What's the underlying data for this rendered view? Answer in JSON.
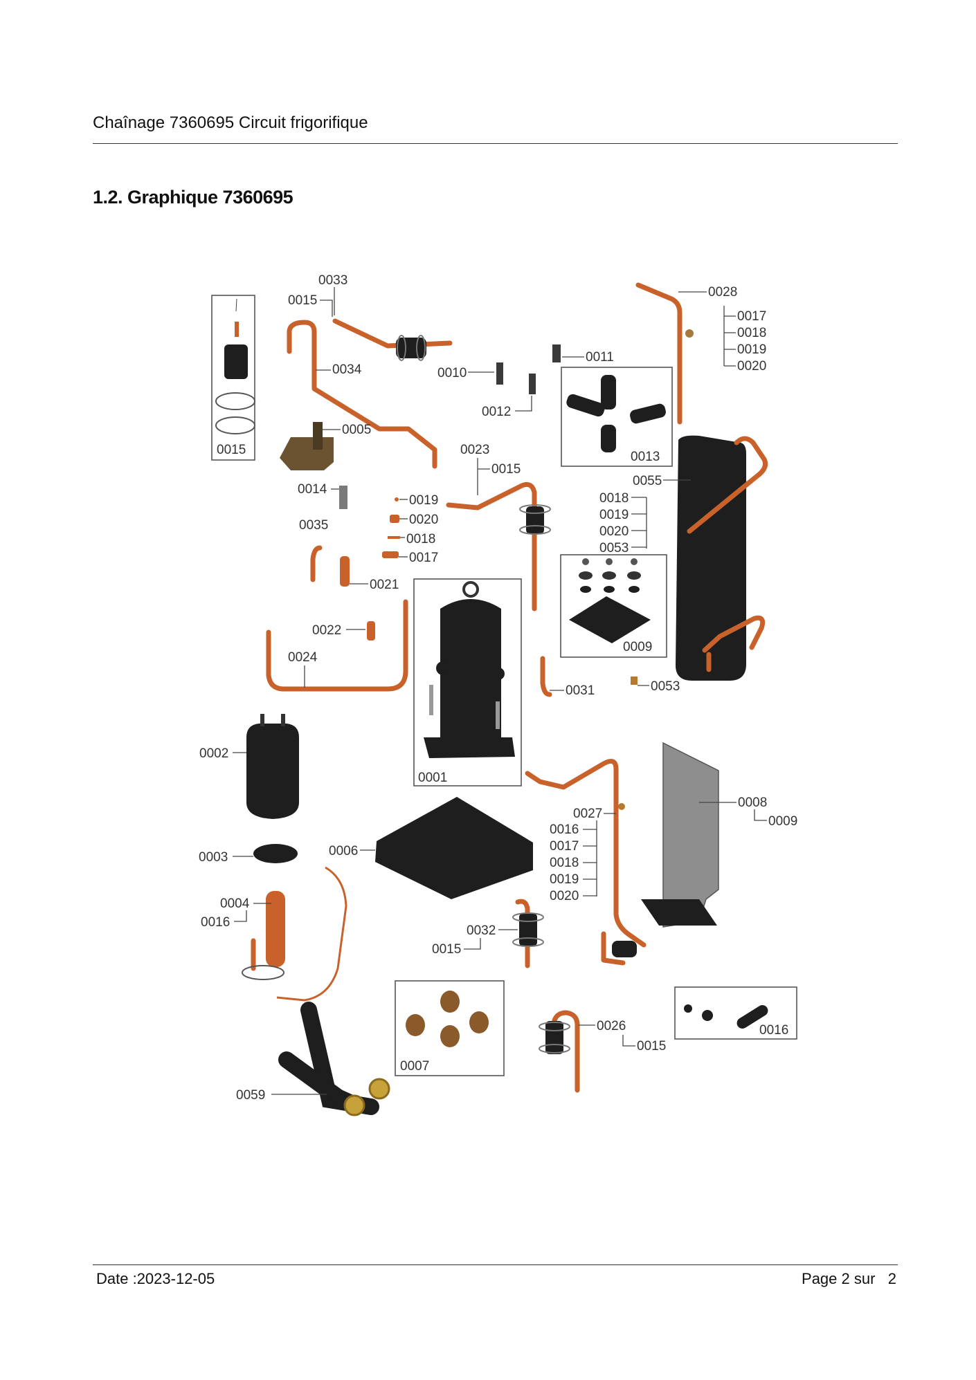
{
  "header": {
    "title": "Chaînage 7360695 Circuit frigorifique"
  },
  "section": {
    "title": "1.2. Graphique 7360695"
  },
  "footer": {
    "date": "Date :2023-12-05",
    "page": "Page 2 sur   2"
  },
  "callouts": {
    "c0033": "0033",
    "c0015a": "0015",
    "c0034": "0034",
    "c0015box": "0015",
    "c0005": "0005",
    "c0010": "0010",
    "c0011": "0011",
    "c0012": "0012",
    "c0013": "0013",
    "c0028": "0028",
    "c0017a": "0017",
    "c0018a": "0018",
    "c0019a": "0019",
    "c0020a": "0020",
    "c0023": "0023",
    "c0015b": "0015",
    "c0014": "0014",
    "c0019b": "0019",
    "c0020b": "0020",
    "c0018b": "0018",
    "c0017b": "0017",
    "c0035": "0035",
    "c0021": "0021",
    "c0055": "0055",
    "c0018c": "0018",
    "c0019c": "0019",
    "c0020c": "0020",
    "c0053a": "0053",
    "c0009a": "0009",
    "c0022": "0022",
    "c0024": "0024",
    "c0031": "0031",
    "c0053b": "0053",
    "c0002": "0002",
    "c0001": "0001",
    "c0027": "0027",
    "c0016a": "0016",
    "c0017c": "0017",
    "c0018d": "0018",
    "c0019d": "0019",
    "c0020d": "0020",
    "c0008": "0008",
    "c0009b": "0009",
    "c0003": "0003",
    "c0006": "0006",
    "c0004": "0004",
    "c0016b": "0016",
    "c0032": "0032",
    "c0015c": "0015",
    "c0007": "0007",
    "c0026": "0026",
    "c0015d": "0015",
    "c0016box": "0016",
    "c0059": "0059"
  }
}
